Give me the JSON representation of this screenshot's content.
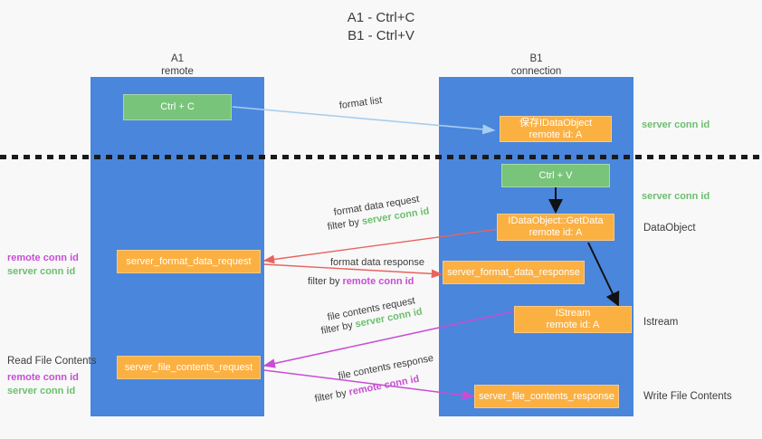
{
  "title": {
    "line1": "A1 - Ctrl+C",
    "line2": "B1 - Ctrl+V"
  },
  "lanes": [
    {
      "name": "A1",
      "sub": "remote"
    },
    {
      "name": "B1",
      "sub": "connection"
    }
  ],
  "boxes": {
    "ctrl_c": {
      "line1": "Ctrl + C",
      "line2": ""
    },
    "ctrl_v": {
      "line1": "Ctrl + V",
      "line2": ""
    },
    "save_idataobject": {
      "line1": "保存IDataObject",
      "line2": "remote id: A"
    },
    "getdata": {
      "line1": "IDataObject::GetData",
      "line2": "remote id: A"
    },
    "istream": {
      "line1": "IStream",
      "line2": "remote id: A"
    },
    "fmt_req": {
      "line1": "server_format_data_request",
      "line2": ""
    },
    "fmt_resp": {
      "line1": "server_format_data_response",
      "line2": ""
    },
    "file_req": {
      "line1": "server_file_contents_request",
      "line2": ""
    },
    "file_resp": {
      "line1": "server_file_contents_response",
      "line2": ""
    }
  },
  "arrow_labels": {
    "format_list": "format list",
    "format_data_request": "format data request",
    "format_data_response": "format data response",
    "file_contents_request": "file contents request",
    "file_contents_response": "file contents response",
    "filter_by": "filter by",
    "server_conn_id": "server conn id",
    "remote_conn_id": "remote conn id"
  },
  "right_labels": {
    "server_conn_id_top": "server conn id",
    "server_conn_id_mid": "server conn id",
    "data_object": "DataObject",
    "istream": "Istream",
    "write_file_contents": "Write File Contents"
  },
  "left_labels": {
    "read_file_contents": "Read File Contents",
    "remote_conn_id": "remote conn id",
    "server_conn_id": "server conn id"
  },
  "colors": {
    "lane": "#4a86dc",
    "orange": "#fbb042",
    "green_box": "#79c47b",
    "green_text": "#6cbf6e",
    "purple_text": "#c74ed4",
    "arrow_blue": "#a8cdef",
    "arrow_red": "#e8635f",
    "arrow_magenta": "#c74ed4",
    "arrow_black": "#111111",
    "background": "#f8f8f8"
  }
}
